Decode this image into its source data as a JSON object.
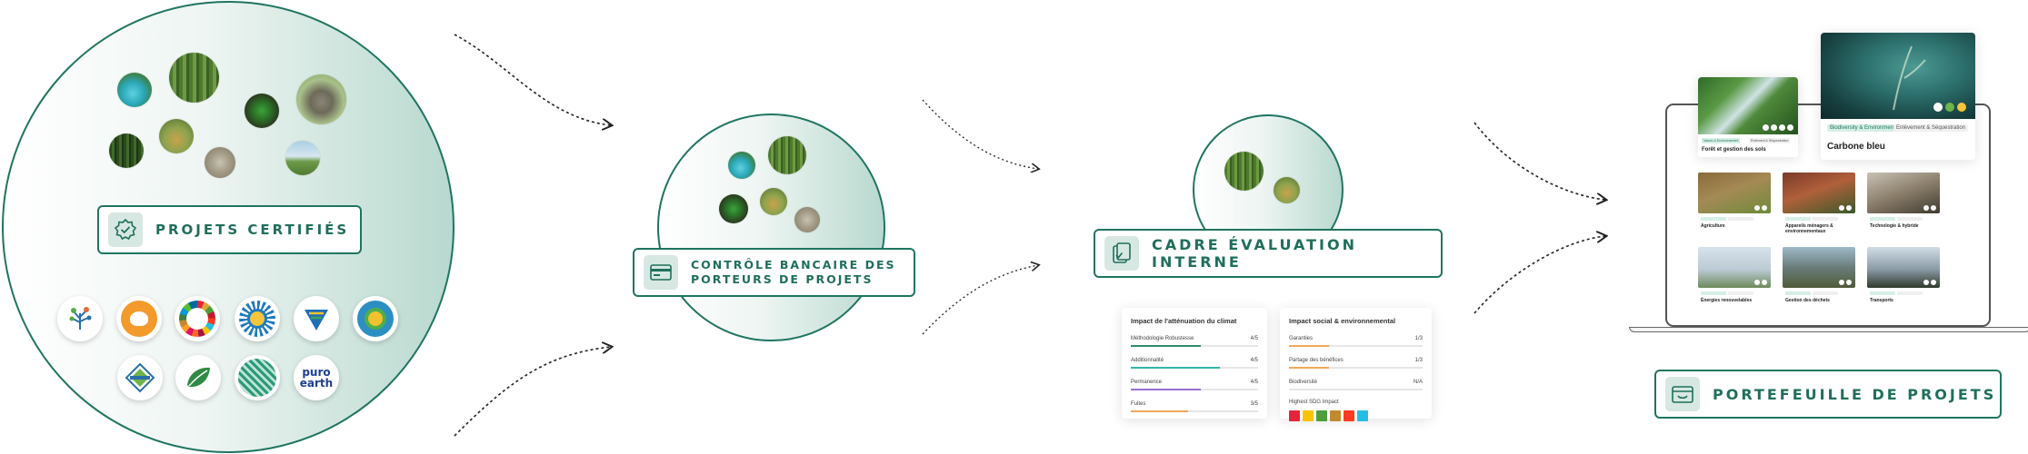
{
  "stage1": {
    "label": "PROJETS CERTIFIÉS",
    "icon": "check-badge-icon"
  },
  "stage2": {
    "label_line1": "CONTRÔLE BANCAIRE DES",
    "label_line2": "PORTEURS DE PROJETS",
    "icon": "bank-card-icon"
  },
  "stage3": {
    "label": "CADRE ÉVALUATION INTERNE",
    "icon": "clipboard-check-icon"
  },
  "stage4": {
    "label": "PORTEFEUILLE DE PROJETS",
    "icon": "wallet-icon"
  },
  "certifiers": [
    {
      "name": "tree-people-logo"
    },
    {
      "name": "orange-drop-logo"
    },
    {
      "name": "sdg-wheel-logo"
    },
    {
      "name": "blue-sun-logo"
    },
    {
      "name": "verra-v-logo"
    },
    {
      "name": "hands-earth-logo"
    },
    {
      "name": "diamond-logo"
    },
    {
      "name": "leaf-logo"
    },
    {
      "name": "globe-pattern-logo"
    },
    {
      "name": "puro-earth-logo",
      "text_line1": "puro",
      "text_line2": "earth"
    }
  ],
  "evaluation": {
    "climate_title": "Impact de l'atténuation du climat",
    "climate_rows": [
      {
        "label": "Méthodologie Robustesse",
        "value": "4/5",
        "color": "#2f8a6a",
        "pct": 55
      },
      {
        "label": "Additionnalité",
        "value": "4/5",
        "color": "#35b6a7",
        "pct": 70
      },
      {
        "label": "Permanence",
        "value": "4/5",
        "color": "#9b6fd3",
        "pct": 55
      },
      {
        "label": "Fuites",
        "value": "3/5",
        "color": "#f0a95a",
        "pct": 45
      }
    ],
    "social_title": "Impact social & environnemental",
    "social_rows": [
      {
        "label": "Garanties",
        "value": "1/3",
        "color": "#f0a95a",
        "pct": 30
      },
      {
        "label": "Partage des bénéfices",
        "value": "1/3",
        "color": "#f0a95a",
        "pct": 30
      },
      {
        "label": "Biodiversité",
        "value": "N/A",
        "color": "#bbbbbb",
        "pct": 0
      }
    ],
    "sdg_title": "Highest SDG Impact",
    "sdg_colors": [
      "#e5243b",
      "#fcc30b",
      "#4c9f38",
      "#bf8b2e",
      "#ff3a21",
      "#26bde2"
    ]
  },
  "portfolio": {
    "featured_big": {
      "tag1": "Biodiversity & Environment",
      "tag2": "Enlèvement & Séquestration",
      "title": "Carbone bleu"
    },
    "featured_small": {
      "tag1": "Nature & Environnement",
      "tag2": "Évitement & Séquestration",
      "title": "Forêt et gestion des sols"
    },
    "cards": [
      {
        "title": "Agriculture"
      },
      {
        "title": "Appareils ménagers & environnementaux"
      },
      {
        "title": "Technologie & hybride"
      },
      {
        "title": "Énergies renouvelables"
      },
      {
        "title": "Gestion des déchets"
      },
      {
        "title": "Transports"
      }
    ]
  }
}
